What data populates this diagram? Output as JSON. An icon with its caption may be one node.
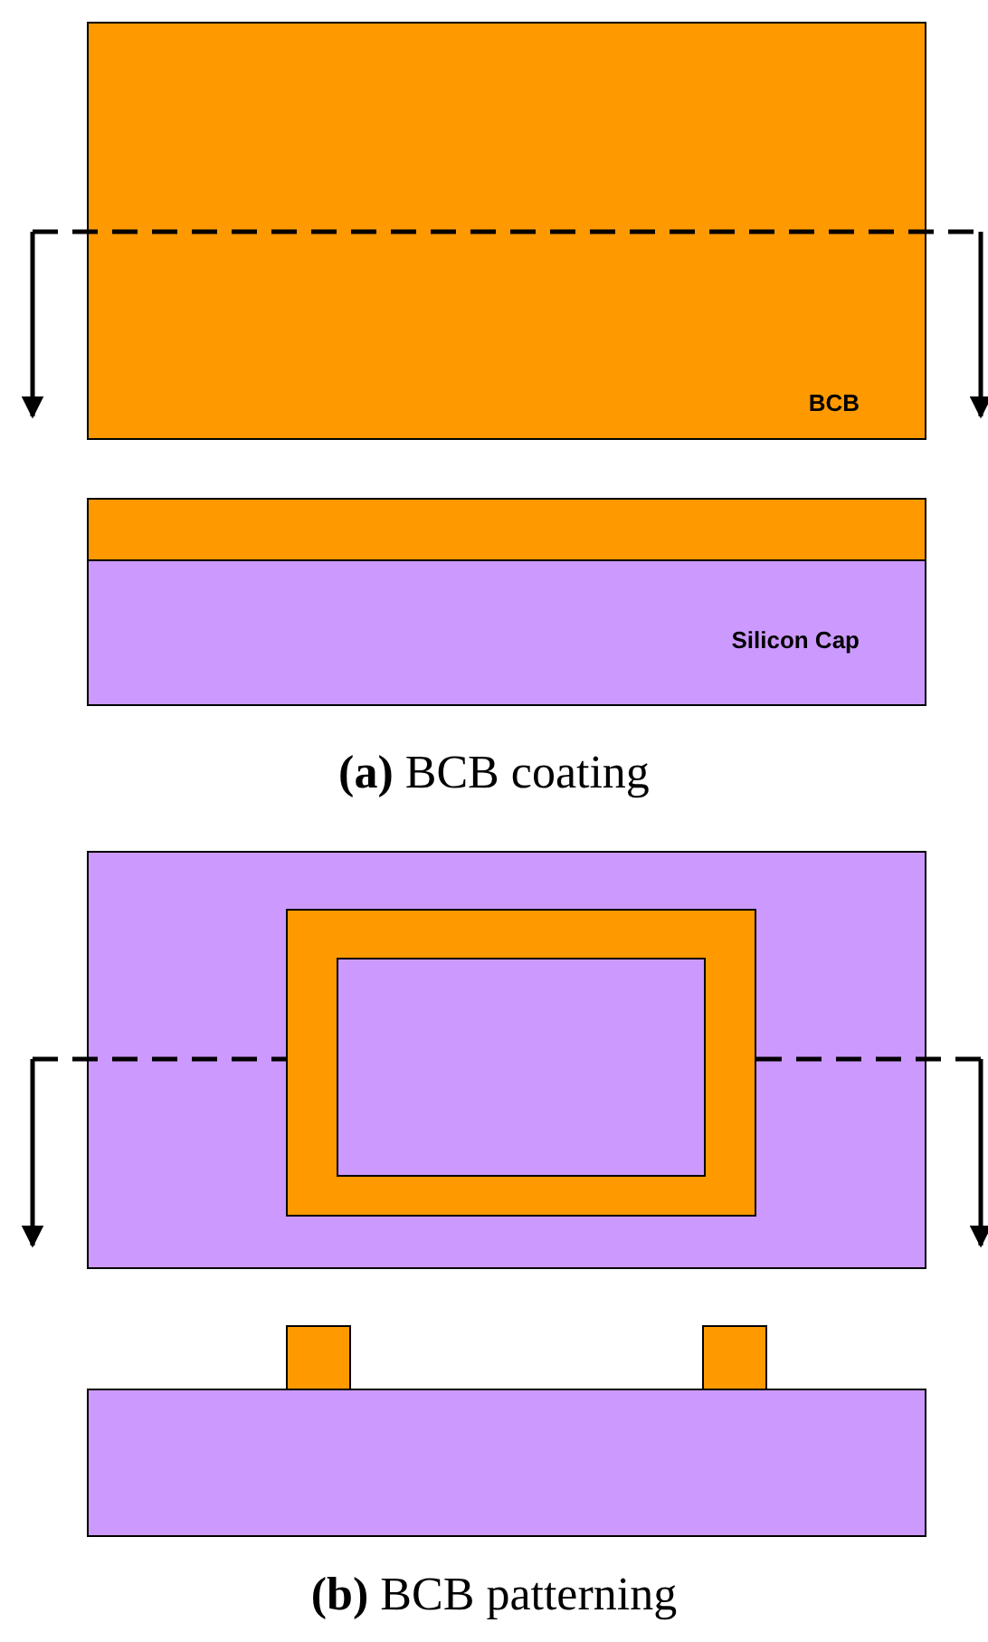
{
  "diagram": {
    "nodes": [
      {
        "text": [
          "BCB"
        ]
      },
      {
        "text": [],
        "shape": "box"
      },
      {
        "text": [
          "Silicon Cap"
        ]
      },
      {
        "text": [],
        "shape": "box"
      },
      {
        "text": [],
        "shape": "box",
        "in": 3
      },
      {
        "text": [],
        "shape": "box",
        "in": 4
      },
      {
        "text": [],
        "shape": "box"
      },
      {
        "text": [],
        "shape": "box"
      },
      {
        "text": [],
        "shape": "box"
      }
    ],
    "edges": [],
    "labels": [
      "**(a)** BCB coating",
      "**(b)** BCB patterning"
    ]
  }
}
